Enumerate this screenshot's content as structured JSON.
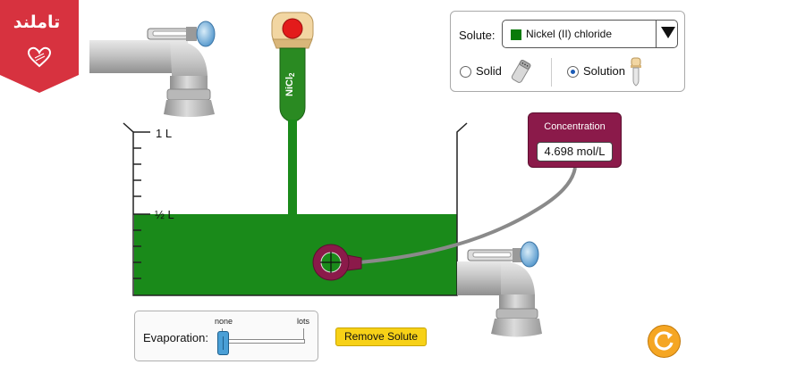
{
  "watermark": {
    "text": "تاملند"
  },
  "beaker": {
    "tick_1L": "1 L",
    "tick_half": "½ L"
  },
  "dropper": {
    "formula": "NiCl",
    "subscript": "2"
  },
  "solute_panel": {
    "label": "Solute:",
    "selected": "Nickel (II) chloride",
    "selected_color": "#0a7a0a",
    "options": [
      {
        "label": "Solid",
        "selected": false
      },
      {
        "label": "Solution",
        "selected": true
      }
    ]
  },
  "concentration_meter": {
    "title": "Concentration",
    "value": "4.698 mol/L"
  },
  "evaporation": {
    "label": "Evaporation:",
    "min_label": "none",
    "max_label": "lots",
    "level": 0
  },
  "buttons": {
    "remove_solute": "Remove Solute"
  },
  "colors": {
    "solution": "#1a8a1a",
    "meter": "#8b1a4a",
    "button_yellow": "#f7d117",
    "reset_orange": "#f5a623",
    "ribbon_red": "#d7323f"
  },
  "icons": {
    "reset": "reset-icon",
    "heart": "heart-icon",
    "shaker": "shaker-icon",
    "dropper": "dropper-icon"
  }
}
